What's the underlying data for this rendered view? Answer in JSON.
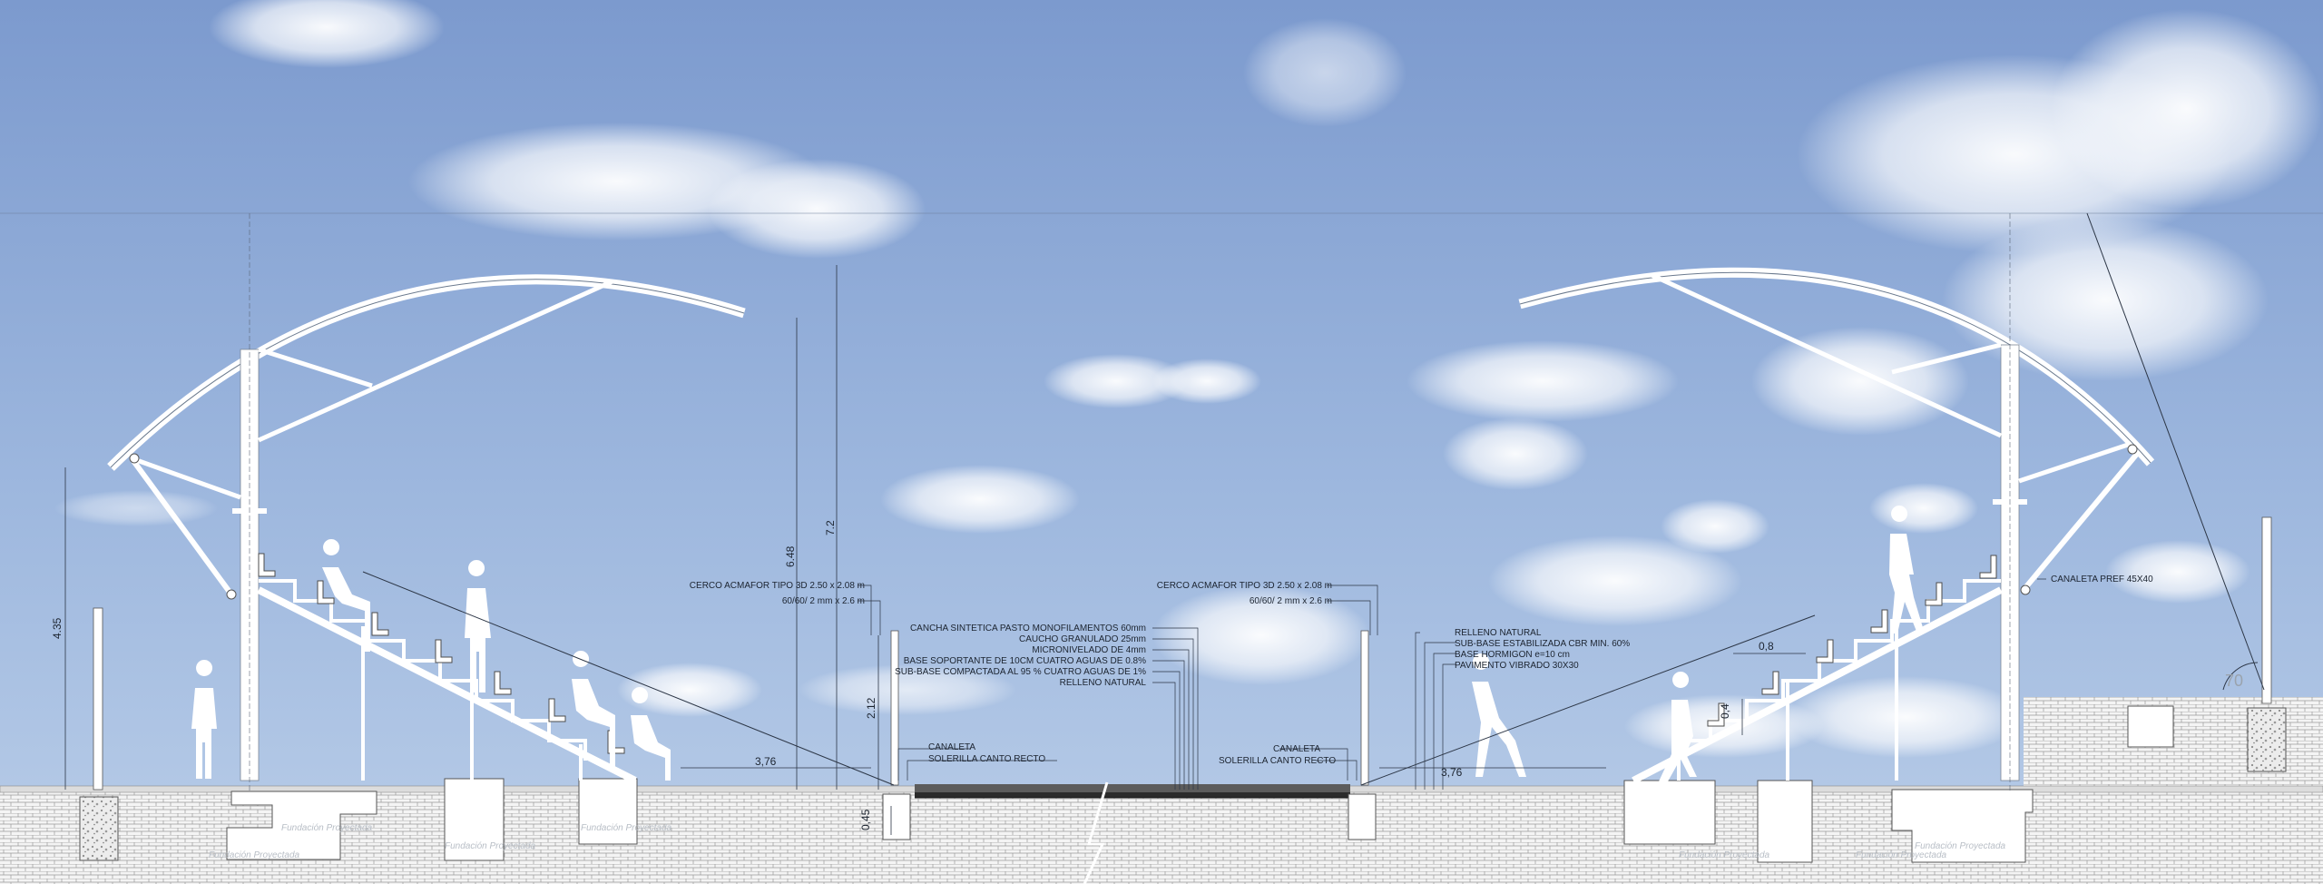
{
  "section": {
    "labels_left_fence": [
      "CERCO ACMAFOR TIPO 3D 2.50 x 2.08 m",
      "60/60/ 2 mm x 2.6 m"
    ],
    "labels_right_fence": [
      "CERCO ACMAFOR TIPO 3D 2.50 x 2.08 m",
      "60/60/ 2 mm x 2.6 m"
    ],
    "labels_center_layers": [
      "CANCHA SINTETICA PASTO MONOFILAMENTOS 60mm",
      "CAUCHO GRANULADO 25mm",
      "MICRONIVELADO DE 4mm",
      "BASE SOPORTANTE DE 10CM  CUATRO AGUAS DE 0.8%",
      "SUB-BASE COMPACTADA  AL 95 %  CUATRO AGUAS  DE 1%",
      "RELLENO NATURAL"
    ],
    "labels_right_layers": [
      "RELLENO NATURAL",
      "SUB-BASE ESTABILIZADA CBR MIN. 60%",
      "BASE HORMIGON e=10 cm",
      "PAVIMENTO VIBRADO 30X30"
    ],
    "canaleta_left": "CANALETA",
    "solerilla_left": "SOLERILLA CANTO RECTO",
    "canaleta_right": "CANALETA",
    "solerilla_right": "SOLERILLA CANTO RECTO",
    "canaleta_pref": "CANALETA PREF 45X40",
    "dims": {
      "height_left": "4.35",
      "height_648": "6.48",
      "height_72": "7.2",
      "height_212": "2.12",
      "width_376_left": "3,76",
      "width_376_right": "3,76",
      "width_08": "0,8",
      "height_04": "0,4",
      "depth_045": "0,45",
      "angle": "70"
    },
    "foundation_texts": [
      "Fundación Proyectada",
      "Fundación Proyectada",
      "Fundación Proyectada",
      "Fundación Proyectada",
      "Fundación Proyectada",
      "Fundación Proyectada",
      "Fundación Proyectada"
    ]
  },
  "colors": {
    "sky_top": "#7f9dcf",
    "sky_bottom": "#b7cbe6",
    "structure": "#ffffff",
    "ground_hatch": "#d7d7d7",
    "turf": "#5c5c5c"
  }
}
